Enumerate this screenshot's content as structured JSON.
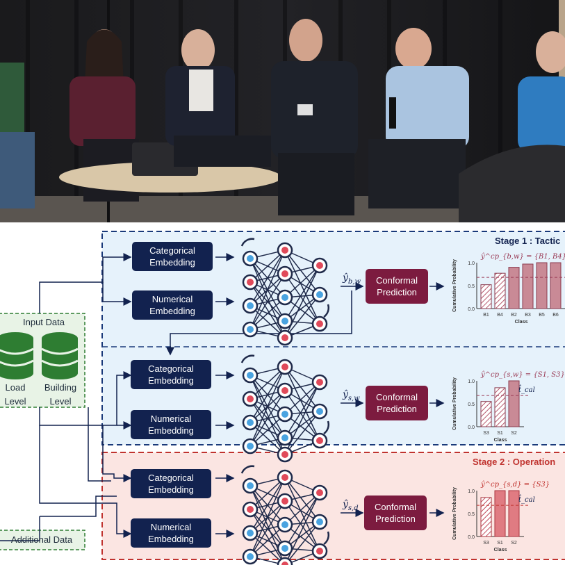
{
  "diagram": {
    "input_data_label": "Input Data",
    "load_level_label": [
      "Load",
      "Level"
    ],
    "building_level_label": [
      "Building",
      "Level"
    ],
    "additional_data_label": "Additional Data",
    "stage1_title": "Stage 1 : Tactic",
    "stage2_title": "Stage 2 : Operation",
    "categorical_embedding_label": [
      "Categorical",
      "Embedding"
    ],
    "numerical_embedding_label": [
      "Numerical",
      "Embedding"
    ],
    "conformal_prediction_label": [
      "Conformal",
      "Prediction"
    ],
    "outputs": [
      {
        "symbol": "ŷ",
        "sub": "b,w"
      },
      {
        "symbol": "ŷ",
        "sub": "s,w"
      },
      {
        "symbol": "ŷ",
        "sub": "s,d"
      }
    ],
    "colors": {
      "stage1_bg": "#e6f2fb",
      "stage1_border": "#1a3a7a",
      "stage2_bg": "#fbe5e2",
      "stage2_border": "#c0332f",
      "embedding_box": "#12224f",
      "conformal_box": "#7c1b3f",
      "input_green": "#2e7d32",
      "node_red": "#e04a5a",
      "node_blue": "#4aa3e0"
    }
  },
  "chart_data": [
    {
      "type": "bar",
      "set_label": "ŷ^cp_{b,w} = {B1, B4}",
      "categories": [
        "B1",
        "B4",
        "B2",
        "B3",
        "B5",
        "B6"
      ],
      "values": [
        0.52,
        0.77,
        0.9,
        0.97,
        1.0,
        1.0
      ],
      "hatched": [
        "B1",
        "B4"
      ],
      "threshold": 0.68,
      "xlabel": "Class",
      "ylabel": "Cumulative Probability",
      "yticks": [
        "0.0",
        "0.5",
        "1.0"
      ],
      "ylim": [
        0,
        1.0
      ]
    },
    {
      "type": "bar",
      "set_label": "ŷ^cp_{s,w} = {S1, S3}",
      "categories": [
        "S3",
        "S1",
        "S2"
      ],
      "values": [
        0.55,
        0.85,
        1.0
      ],
      "hatched": [
        "S3",
        "S1"
      ],
      "threshold": 0.68,
      "threshold_label": "t̂_cal",
      "xlabel": "Class",
      "ylabel": "Cumulative Probability",
      "yticks": [
        "0.0",
        "0.5",
        "1.0"
      ],
      "ylim": [
        0,
        1.0
      ]
    },
    {
      "type": "bar",
      "set_label": "ŷ^cp_{s,d} = {S3}",
      "categories": [
        "S3",
        "S1",
        "S2"
      ],
      "values": [
        0.85,
        1.0,
        1.0
      ],
      "hatched": [
        "S3"
      ],
      "threshold": 0.68,
      "threshold_label": "t̂_cal",
      "xlabel": "Class",
      "ylabel": "Cumulative Probability",
      "yticks": [
        "0.0",
        "0.5",
        "1.0"
      ],
      "ylim": [
        0,
        1.0
      ]
    }
  ]
}
